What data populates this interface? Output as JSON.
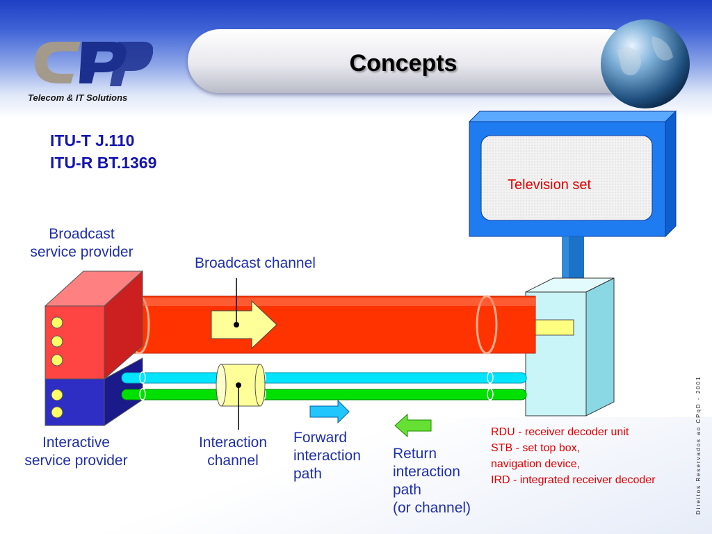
{
  "title": "Concepts",
  "logo": {
    "text": "Telecom & IT Solutions"
  },
  "standards": [
    "ITU-T J.110",
    "ITU-R BT.1369"
  ],
  "labels": {
    "tv": "Television set",
    "broadcast_provider": [
      "Broadcast",
      "service provider"
    ],
    "broadcast_channel": "Broadcast channel",
    "interactive_provider": [
      "Interactive",
      "service provider"
    ],
    "interaction_channel": [
      "Interaction",
      "channel"
    ],
    "forward_path": [
      "Forward",
      "interaction",
      "path"
    ],
    "return_path": [
      "Return",
      "interaction",
      "path",
      "(or channel)"
    ],
    "receiver": [
      "RDU - receiver decoder unit",
      "STB - set top box,",
      "navigation device,",
      "IRD - integrated receiver decoder"
    ]
  },
  "copyright": "Direitos Reservados ao CPqD - 2001",
  "colors": {
    "title_text": "#000000",
    "label_blue": "#1f2fa8",
    "receiver_red": "#e00000",
    "broadcast_pipe": "#ff3300",
    "interaction_cyan": "#00e5ff",
    "interaction_green": "#00e000",
    "tv_frame": "#1e7cf0",
    "receiver_box": "#c9f4f8",
    "provider_red": "#ff4444",
    "provider_blue": "#2e2ec4"
  }
}
